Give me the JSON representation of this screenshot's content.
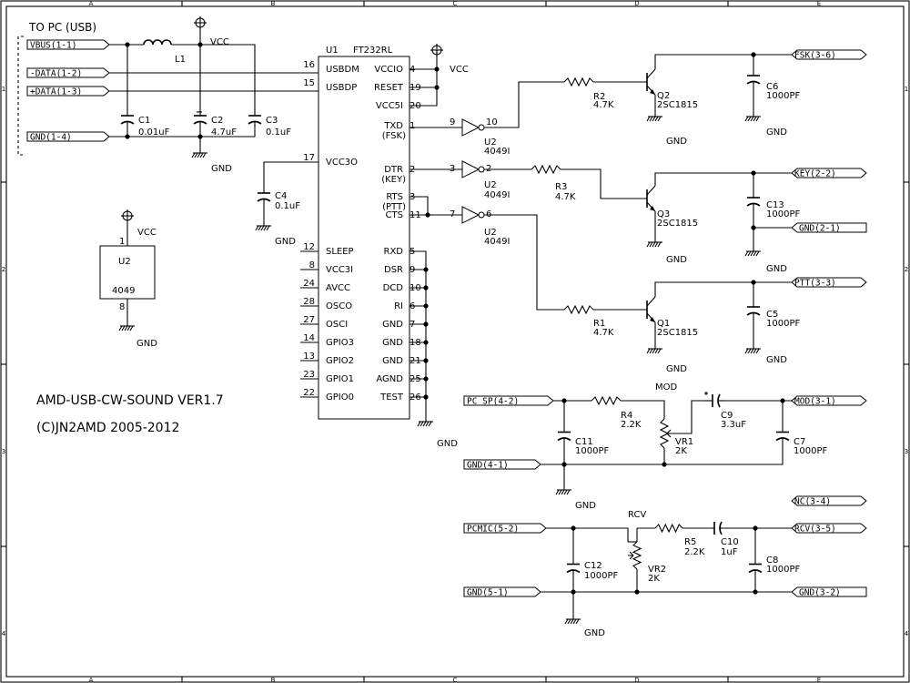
{
  "title": "AMD-USB-CW-SOUND VER1.7",
  "copyright": "(C)JN2AMD 2005-2012",
  "usb_label": "TO PC (USB)",
  "grid": {
    "cols": [
      "A",
      "B",
      "C",
      "D",
      "E"
    ],
    "rows": [
      "1",
      "2",
      "3",
      "4"
    ]
  },
  "ports": {
    "vbus": "VBUS(1-1)",
    "dminus": "-DATA(1-2)",
    "dplus": "+DATA(1-3)",
    "gnd_usb": "GND(1-4)",
    "fsk": "FSK(3-6)",
    "key": "KEY(2-2)",
    "gnd21": "GND(2-1)",
    "ptt": "PTT(3-3)",
    "pcsp": "PC SP(4-2)",
    "gnd41": "GND(4-1)",
    "mod": "MOD(3-1)",
    "nc": "NC(3-4)",
    "pcmic": "PCMIC(5-2)",
    "rcv": "RCV(3-5)",
    "gnd51": "GND(5-1)",
    "gnd32": "GND(3-2)"
  },
  "nets": {
    "vcc": "VCC",
    "gnd": "GND",
    "mod": "MOD",
    "rcv": "RCV"
  },
  "u1": {
    "ref": "U1",
    "part": "FT232RL",
    "left": [
      {
        "pin": "16",
        "name": "USBDM"
      },
      {
        "pin": "15",
        "name": "USBDP"
      },
      {
        "pin": "17",
        "name": "VCC3O"
      },
      {
        "pin": "12",
        "name": "SLEEP"
      },
      {
        "pin": "8",
        "name": "VCC3I"
      },
      {
        "pin": "24",
        "name": "AVCC"
      },
      {
        "pin": "28",
        "name": "OSCO"
      },
      {
        "pin": "27",
        "name": "OSCI"
      },
      {
        "pin": "14",
        "name": "GPIO3"
      },
      {
        "pin": "13",
        "name": "GPIO2"
      },
      {
        "pin": "23",
        "name": "GPIO1"
      },
      {
        "pin": "22",
        "name": "GPIO0"
      }
    ],
    "right": [
      {
        "pin": "4",
        "name": "VCCIO"
      },
      {
        "pin": "19",
        "name": "RESET"
      },
      {
        "pin": "20",
        "name": "VCC5I"
      },
      {
        "pin": "1",
        "name": "TXD",
        "sub": "(FSK)"
      },
      {
        "pin": "2",
        "name": "DTR",
        "sub": "(KEY)"
      },
      {
        "pin": "3",
        "name": "RTS",
        "sub": "(PTT)"
      },
      {
        "pin": "11",
        "name": "CTS"
      },
      {
        "pin": "5",
        "name": "RXD"
      },
      {
        "pin": "9",
        "name": "DSR"
      },
      {
        "pin": "10",
        "name": "DCD"
      },
      {
        "pin": "6",
        "name": "RI"
      },
      {
        "pin": "7",
        "name": "GND"
      },
      {
        "pin": "18",
        "name": "GND"
      },
      {
        "pin": "21",
        "name": "GND"
      },
      {
        "pin": "25",
        "name": "AGND"
      },
      {
        "pin": "26",
        "name": "TEST"
      }
    ]
  },
  "parts": {
    "l1": "L1",
    "c1": {
      "ref": "C1",
      "val": "0.01uF"
    },
    "c2": {
      "ref": "C2",
      "val": "4.7uF"
    },
    "c3": {
      "ref": "C3",
      "val": "0.1uF"
    },
    "c4": {
      "ref": "C4",
      "val": "0.1uF"
    },
    "r1": {
      "ref": "R1",
      "val": "4.7K"
    },
    "r2": {
      "ref": "R2",
      "val": "4.7K"
    },
    "r3": {
      "ref": "R3",
      "val": "4.7K"
    },
    "q1": {
      "ref": "Q1",
      "val": "2SC1815"
    },
    "q2": {
      "ref": "Q2",
      "val": "2SC1815"
    },
    "q3": {
      "ref": "Q3",
      "val": "2SC1815"
    },
    "c5": {
      "ref": "C5",
      "val": "1000PF"
    },
    "c6": {
      "ref": "C6",
      "val": "1000PF"
    },
    "c13": {
      "ref": "C13",
      "val": "1000PF"
    },
    "u2": {
      "ref": "U2",
      "val": "4049I"
    },
    "u2pkg": {
      "ref": "U2",
      "val": "4049",
      "pin_top": "1",
      "pin_bot": "8"
    },
    "g1": {
      "in": "9",
      "out": "10"
    },
    "g2": {
      "in": "3",
      "out": "2"
    },
    "g3": {
      "in": "7",
      "out": "6"
    },
    "r4": {
      "ref": "R4",
      "val": "2.2K"
    },
    "vr1": {
      "ref": "VR1",
      "val": "2K"
    },
    "c9": {
      "ref": "C9",
      "val": "3.3uF"
    },
    "c11": {
      "ref": "C11",
      "val": "1000PF"
    },
    "c7": {
      "ref": "C7",
      "val": "1000PF"
    },
    "r5": {
      "ref": "R5",
      "val": "2.2K"
    },
    "c10": {
      "ref": "C10",
      "val": "1uF"
    },
    "vr2": {
      "ref": "VR2",
      "val": "2K"
    },
    "c12": {
      "ref": "C12",
      "val": "1000PF"
    },
    "c8": {
      "ref": "C8",
      "val": "1000PF"
    }
  }
}
